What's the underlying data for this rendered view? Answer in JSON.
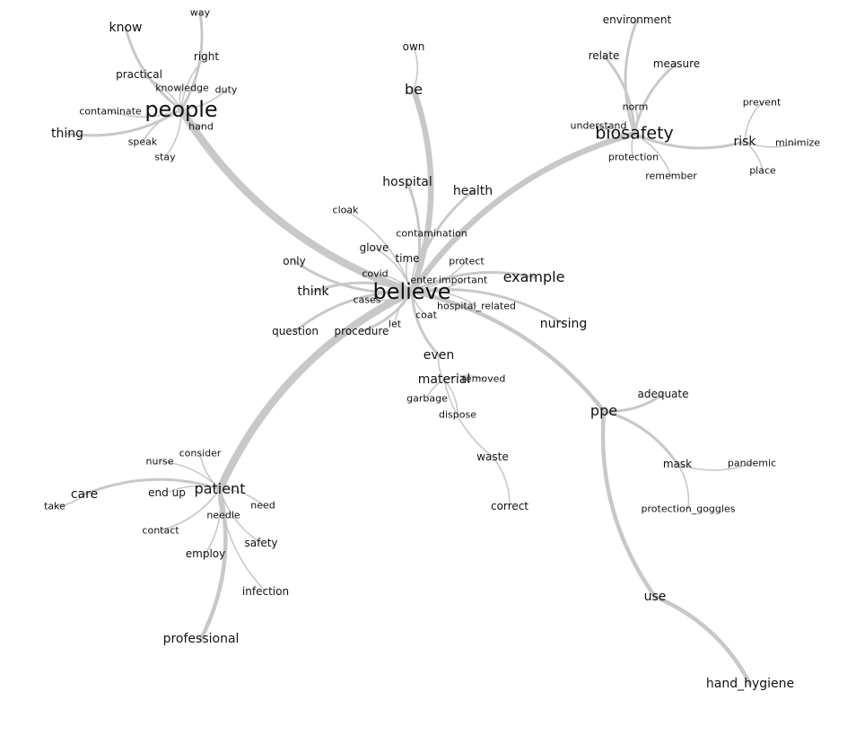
{
  "diagram": {
    "type": "word-similarity-network",
    "central": "believe",
    "nodes": [
      {
        "id": "believe",
        "label": "believe"
      },
      {
        "id": "people",
        "label": "people"
      },
      {
        "id": "know",
        "label": "know"
      },
      {
        "id": "way",
        "label": "way"
      },
      {
        "id": "right",
        "label": "right"
      },
      {
        "id": "practical",
        "label": "practical"
      },
      {
        "id": "knowledge",
        "label": "knowledge"
      },
      {
        "id": "duty",
        "label": "duty"
      },
      {
        "id": "contaminate",
        "label": "contaminate"
      },
      {
        "id": "hand",
        "label": "hand"
      },
      {
        "id": "thing",
        "label": "thing"
      },
      {
        "id": "speak",
        "label": "speak"
      },
      {
        "id": "stay",
        "label": "stay"
      },
      {
        "id": "own",
        "label": "own"
      },
      {
        "id": "be",
        "label": "be"
      },
      {
        "id": "environment",
        "label": "environment"
      },
      {
        "id": "relate",
        "label": "relate"
      },
      {
        "id": "measure",
        "label": "measure"
      },
      {
        "id": "norm",
        "label": "norm"
      },
      {
        "id": "understand",
        "label": "understand"
      },
      {
        "id": "biosafety",
        "label": "biosafety"
      },
      {
        "id": "protection",
        "label": "protection"
      },
      {
        "id": "remember",
        "label": "remember"
      },
      {
        "id": "prevent",
        "label": "prevent"
      },
      {
        "id": "risk",
        "label": "risk"
      },
      {
        "id": "minimize",
        "label": "minimize"
      },
      {
        "id": "place",
        "label": "place"
      },
      {
        "id": "hospital",
        "label": "hospital"
      },
      {
        "id": "health",
        "label": "health"
      },
      {
        "id": "cloak",
        "label": "cloak"
      },
      {
        "id": "contamination",
        "label": "contamination"
      },
      {
        "id": "glove",
        "label": "glove"
      },
      {
        "id": "time",
        "label": "time"
      },
      {
        "id": "protect",
        "label": "protect"
      },
      {
        "id": "only",
        "label": "only"
      },
      {
        "id": "covid",
        "label": "covid"
      },
      {
        "id": "enter",
        "label": "enter"
      },
      {
        "id": "important",
        "label": "important"
      },
      {
        "id": "example",
        "label": "example"
      },
      {
        "id": "think",
        "label": "think"
      },
      {
        "id": "cases",
        "label": "cases"
      },
      {
        "id": "coat",
        "label": "coat"
      },
      {
        "id": "hospital_related",
        "label": "hospital_related"
      },
      {
        "id": "question",
        "label": "question"
      },
      {
        "id": "procedure",
        "label": "procedure"
      },
      {
        "id": "let",
        "label": "let"
      },
      {
        "id": "nursing",
        "label": "nursing"
      },
      {
        "id": "even",
        "label": "even"
      },
      {
        "id": "material",
        "label": "material"
      },
      {
        "id": "removed",
        "label": "removed"
      },
      {
        "id": "garbage",
        "label": "garbage"
      },
      {
        "id": "dispose",
        "label": "dispose"
      },
      {
        "id": "waste",
        "label": "waste"
      },
      {
        "id": "correct",
        "label": "correct"
      },
      {
        "id": "ppe",
        "label": "ppe"
      },
      {
        "id": "adequate",
        "label": "adequate"
      },
      {
        "id": "mask",
        "label": "mask"
      },
      {
        "id": "pandemic",
        "label": "pandemic"
      },
      {
        "id": "protection_goggles",
        "label": "protection_goggles"
      },
      {
        "id": "use",
        "label": "use"
      },
      {
        "id": "hand_hygiene",
        "label": "hand_hygiene"
      },
      {
        "id": "patient",
        "label": "patient"
      },
      {
        "id": "nurse",
        "label": "nurse"
      },
      {
        "id": "consider",
        "label": "consider"
      },
      {
        "id": "care",
        "label": "care"
      },
      {
        "id": "end_up",
        "label": "end up"
      },
      {
        "id": "take",
        "label": "take"
      },
      {
        "id": "need",
        "label": "need"
      },
      {
        "id": "needle",
        "label": "needle"
      },
      {
        "id": "contact",
        "label": "contact"
      },
      {
        "id": "safety",
        "label": "safety"
      },
      {
        "id": "employ",
        "label": "employ"
      },
      {
        "id": "infection",
        "label": "infection"
      },
      {
        "id": "professional",
        "label": "professional"
      }
    ],
    "edges": [
      {
        "from": "believe",
        "to": "people",
        "weight": 5
      },
      {
        "from": "believe",
        "to": "be",
        "weight": 4
      },
      {
        "from": "believe",
        "to": "biosafety",
        "weight": 4
      },
      {
        "from": "believe",
        "to": "patient",
        "weight": 5
      },
      {
        "from": "believe",
        "to": "ppe",
        "weight": 3
      },
      {
        "from": "believe",
        "to": "hospital",
        "weight": 2
      },
      {
        "from": "believe",
        "to": "health",
        "weight": 2
      },
      {
        "from": "believe",
        "to": "cloak",
        "weight": 1
      },
      {
        "from": "believe",
        "to": "contamination",
        "weight": 1
      },
      {
        "from": "believe",
        "to": "glove",
        "weight": 1
      },
      {
        "from": "believe",
        "to": "time",
        "weight": 1
      },
      {
        "from": "believe",
        "to": "protect",
        "weight": 1
      },
      {
        "from": "believe",
        "to": "only",
        "weight": 2
      },
      {
        "from": "believe",
        "to": "covid",
        "weight": 1
      },
      {
        "from": "believe",
        "to": "enter",
        "weight": 1
      },
      {
        "from": "believe",
        "to": "important",
        "weight": 1
      },
      {
        "from": "believe",
        "to": "example",
        "weight": 2
      },
      {
        "from": "believe",
        "to": "think",
        "weight": 2
      },
      {
        "from": "believe",
        "to": "cases",
        "weight": 1
      },
      {
        "from": "believe",
        "to": "coat",
        "weight": 1
      },
      {
        "from": "believe",
        "to": "hospital_related",
        "weight": 1
      },
      {
        "from": "believe",
        "to": "question",
        "weight": 2
      },
      {
        "from": "believe",
        "to": "procedure",
        "weight": 2
      },
      {
        "from": "believe",
        "to": "let",
        "weight": 1
      },
      {
        "from": "believe",
        "to": "nursing",
        "weight": 2
      },
      {
        "from": "believe",
        "to": "even",
        "weight": 2
      },
      {
        "from": "people",
        "to": "know",
        "weight": 2
      },
      {
        "from": "people",
        "to": "way",
        "weight": 2
      },
      {
        "from": "people",
        "to": "right",
        "weight": 1
      },
      {
        "from": "people",
        "to": "practical",
        "weight": 1
      },
      {
        "from": "people",
        "to": "knowledge",
        "weight": 1
      },
      {
        "from": "people",
        "to": "duty",
        "weight": 1
      },
      {
        "from": "people",
        "to": "contaminate",
        "weight": 1
      },
      {
        "from": "people",
        "to": "hand",
        "weight": 1
      },
      {
        "from": "people",
        "to": "thing",
        "weight": 2
      },
      {
        "from": "people",
        "to": "speak",
        "weight": 1
      },
      {
        "from": "people",
        "to": "stay",
        "weight": 1
      },
      {
        "from": "be",
        "to": "own",
        "weight": 1
      },
      {
        "from": "biosafety",
        "to": "environment",
        "weight": 2
      },
      {
        "from": "biosafety",
        "to": "relate",
        "weight": 2
      },
      {
        "from": "biosafety",
        "to": "measure",
        "weight": 2
      },
      {
        "from": "biosafety",
        "to": "norm",
        "weight": 1
      },
      {
        "from": "biosafety",
        "to": "understand",
        "weight": 1
      },
      {
        "from": "biosafety",
        "to": "protection",
        "weight": 1
      },
      {
        "from": "biosafety",
        "to": "remember",
        "weight": 1
      },
      {
        "from": "biosafety",
        "to": "risk",
        "weight": 2
      },
      {
        "from": "risk",
        "to": "prevent",
        "weight": 1
      },
      {
        "from": "risk",
        "to": "minimize",
        "weight": 1
      },
      {
        "from": "risk",
        "to": "place",
        "weight": 1
      },
      {
        "from": "even",
        "to": "material",
        "weight": 1
      },
      {
        "from": "material",
        "to": "removed",
        "weight": 1
      },
      {
        "from": "material",
        "to": "garbage",
        "weight": 1
      },
      {
        "from": "material",
        "to": "dispose",
        "weight": 1
      },
      {
        "from": "material",
        "to": "waste",
        "weight": 1
      },
      {
        "from": "waste",
        "to": "correct",
        "weight": 1
      },
      {
        "from": "ppe",
        "to": "adequate",
        "weight": 2
      },
      {
        "from": "ppe",
        "to": "mask",
        "weight": 2
      },
      {
        "from": "mask",
        "to": "pandemic",
        "weight": 1
      },
      {
        "from": "mask",
        "to": "protection_goggles",
        "weight": 1
      },
      {
        "from": "ppe",
        "to": "use",
        "weight": 3
      },
      {
        "from": "use",
        "to": "hand_hygiene",
        "weight": 3
      },
      {
        "from": "patient",
        "to": "nurse",
        "weight": 1
      },
      {
        "from": "patient",
        "to": "consider",
        "weight": 1
      },
      {
        "from": "patient",
        "to": "care",
        "weight": 2
      },
      {
        "from": "care",
        "to": "take",
        "weight": 1
      },
      {
        "from": "patient",
        "to": "end_up",
        "weight": 1
      },
      {
        "from": "patient",
        "to": "need",
        "weight": 1
      },
      {
        "from": "patient",
        "to": "needle",
        "weight": 1
      },
      {
        "from": "patient",
        "to": "contact",
        "weight": 1
      },
      {
        "from": "patient",
        "to": "safety",
        "weight": 1
      },
      {
        "from": "patient",
        "to": "employ",
        "weight": 1
      },
      {
        "from": "patient",
        "to": "infection",
        "weight": 1
      },
      {
        "from": "patient",
        "to": "professional",
        "weight": 3
      }
    ]
  }
}
